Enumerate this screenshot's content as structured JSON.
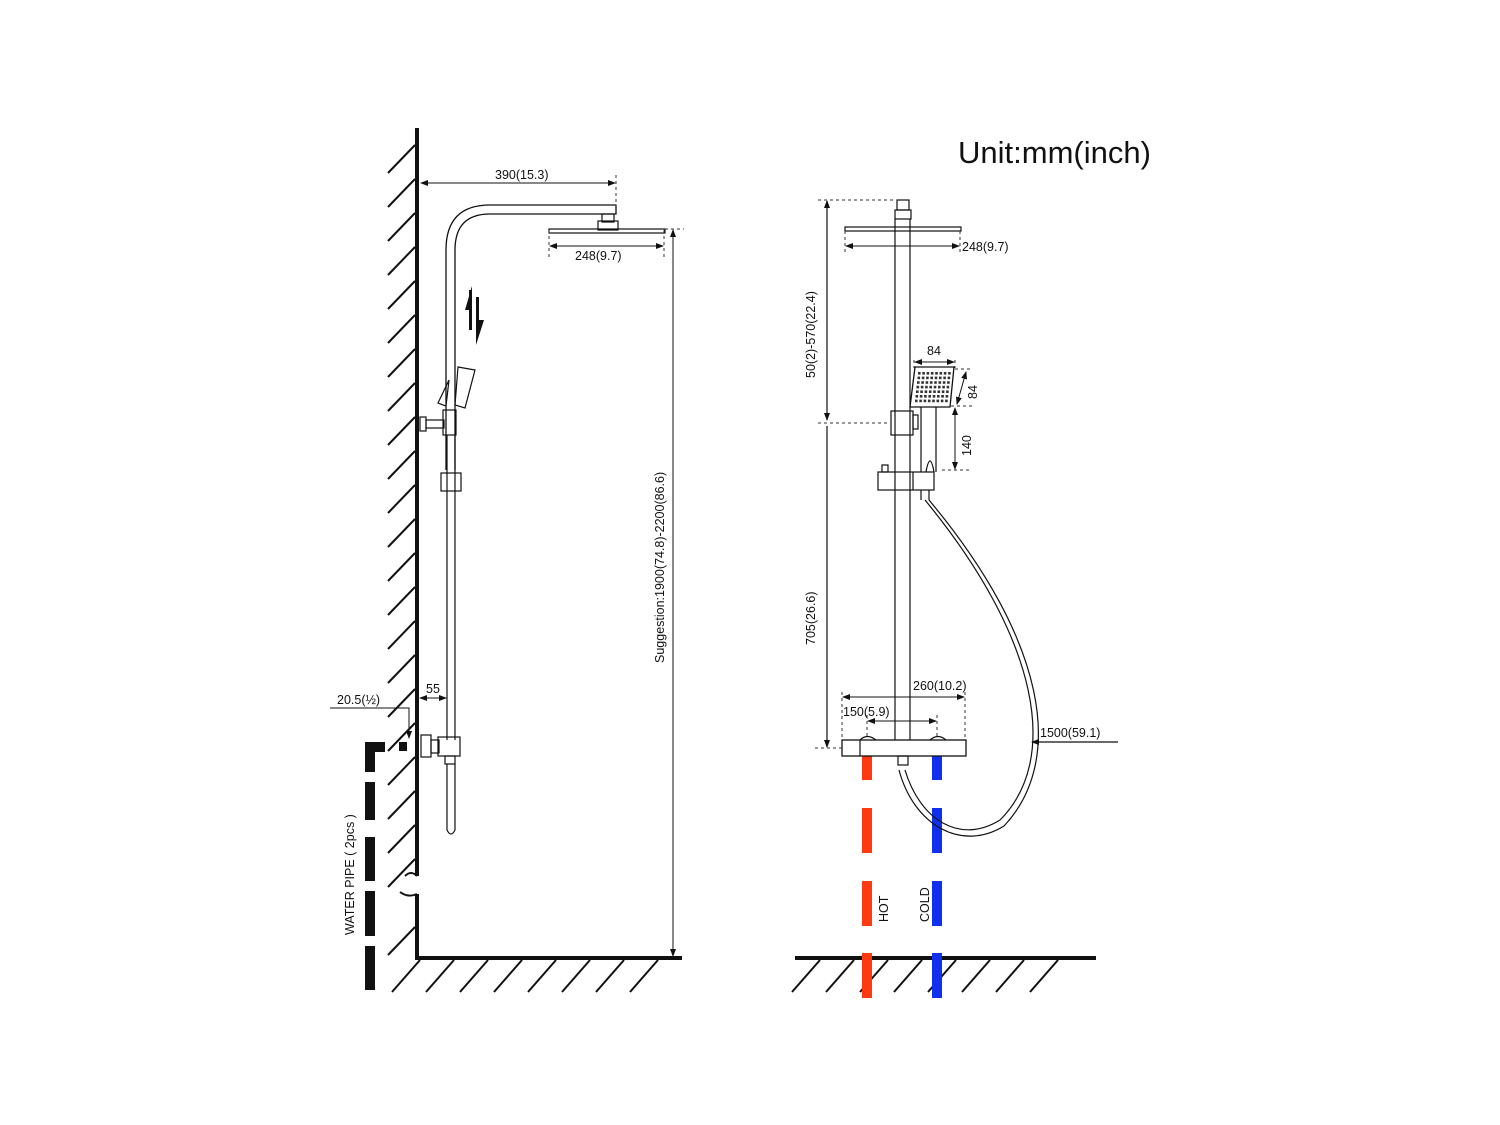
{
  "title": "Unit:mm(inch)",
  "colors": {
    "hot": "#ff3a10",
    "cold": "#1030ee",
    "line": "#111111"
  },
  "side_view": {
    "arm_reach": "390(15.3)",
    "head_width": "248(9.7)",
    "install_height": "Suggestion:1900(74.8)-2200(86.6)",
    "pipe_size": "20.5(½)",
    "wall_offset": "55",
    "water_pipe": "WATER PIPE ( 2pcs )",
    "adjust_icon": "up-down-arrows-icon"
  },
  "front_view": {
    "head_width": "248(9.7)",
    "riser_adjust": "50(2)-570(22.4)",
    "handheld_width": "84",
    "handheld_height": "84",
    "holder_height": "140",
    "mixer_height": "705(26.6)",
    "mixer_width": "260(10.2)",
    "inlet_spacing": "150(5.9)",
    "hose_length": "1500(59.1)",
    "hot_label": "HOT",
    "cold_label": "COLD"
  }
}
